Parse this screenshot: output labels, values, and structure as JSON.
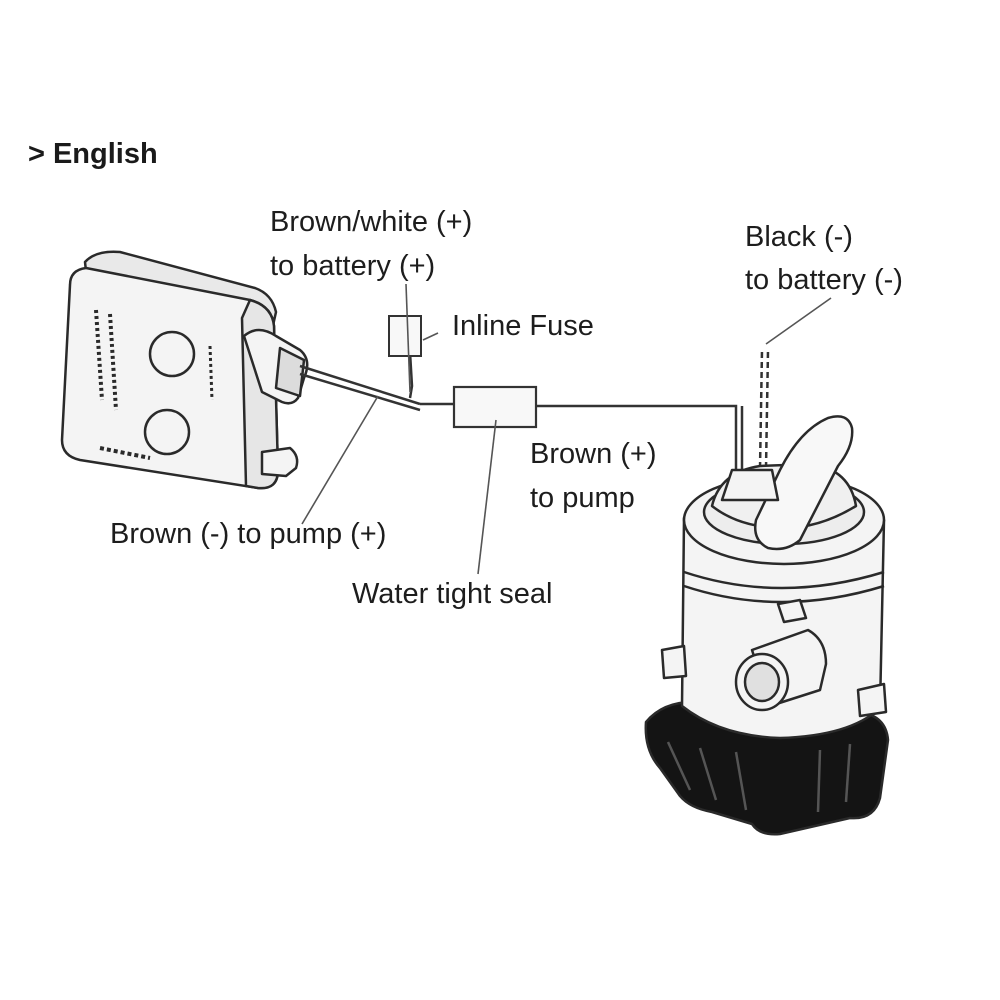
{
  "heading": {
    "marker": ">",
    "text": "English"
  },
  "labels": {
    "brown_white_line1": "Brown/white (+)",
    "brown_white_line2": "to battery (+)",
    "inline_fuse": "Inline Fuse",
    "black_line1": "Black (-)",
    "black_line2": "to battery (-)",
    "brown_pump_line1": "Brown (+)",
    "brown_pump_line2": "to pump",
    "brown_minus": "Brown (-) to pump (+)",
    "water_seal": "Water tight seal"
  },
  "colors": {
    "ink": "#1d1d1d",
    "pump_base": "#141414",
    "body_fill": "#f4f4f4",
    "wire": "#333333"
  },
  "icons": {
    "switch": "float-switch-icon",
    "pump": "bilge-pump-icon",
    "fuse": "inline-fuse-icon",
    "seal": "water-seal-icon"
  }
}
